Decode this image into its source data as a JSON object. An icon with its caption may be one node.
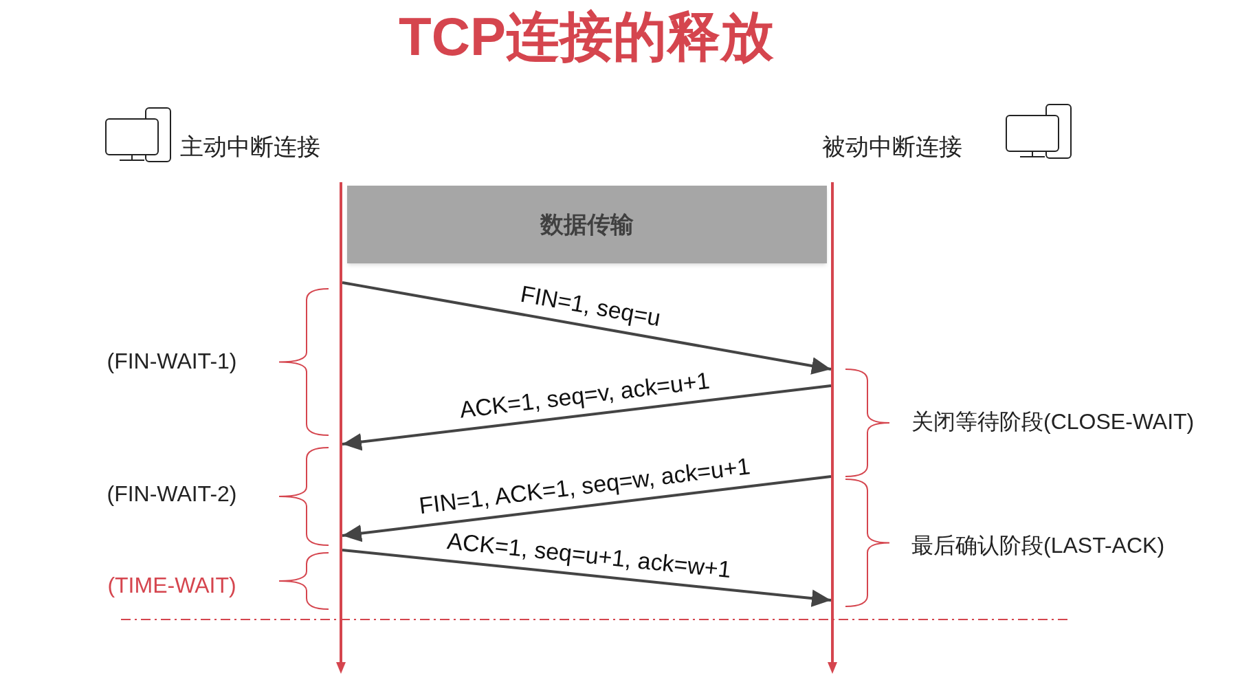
{
  "diagram": {
    "title": "TCP连接的释放",
    "nodes": [
      {
        "text": [
          "主动中断连接"
        ]
      },
      {
        "text": [
          "被动中断连接"
        ]
      },
      {
        "text": [
          "数据传输"
        ]
      },
      {
        "text": [],
        "shape": "bar"
      },
      {
        "text": [],
        "shape": "bar"
      }
    ],
    "edges": [
      {
        "from": 3,
        "to": 4,
        "arrow": "to",
        "label": "FIN=1, seq=u"
      },
      {
        "from": 4,
        "to": 3,
        "arrow": "to",
        "label": "ACK=1, seq=v, ack=u+1"
      },
      {
        "from": 4,
        "to": 3,
        "arrow": "to",
        "label": "FIN=1, ACK=1, seq=w, ack=u+1"
      },
      {
        "from": 3,
        "to": 4,
        "arrow": "to",
        "label": "ACK=1, seq=u+1, ack=w+1"
      }
    ],
    "labels": [
      "(FIN-WAIT-1)",
      "关闭等待阶段(CLOSE-WAIT)",
      "(FIN-WAIT-2)",
      "最后确认阶段(LAST-ACK)",
      "(TIME-WAIT)"
    ]
  }
}
